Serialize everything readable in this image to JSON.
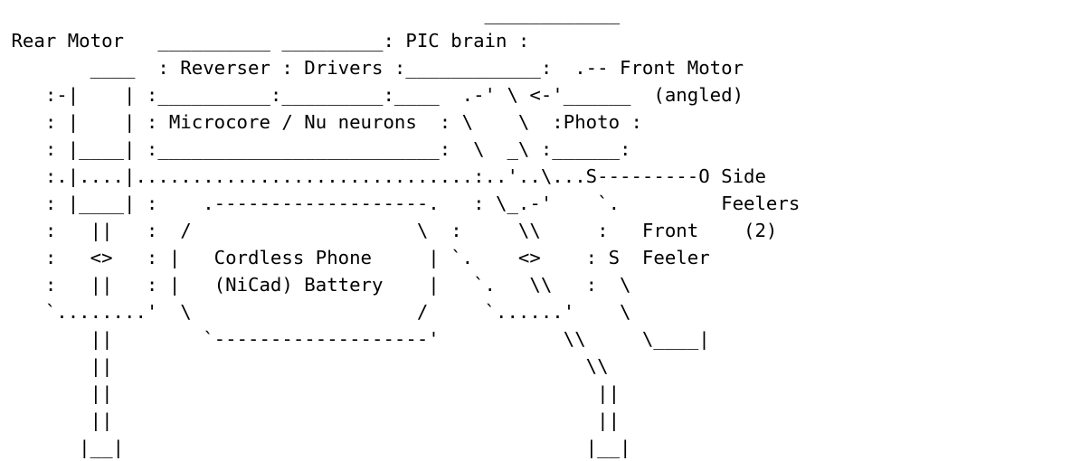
{
  "diagram": {
    "lines": [
      "                                           ____________",
      " Rear Motor   __________ _________: PIC brain :",
      "        ____  : Reverser : Drivers :____________:  .-- Front Motor",
      "    :-|    | :__________:_________:____  .-' \\ <-'______  (angled)",
      "    : |    | : Microcore / Nu neurons  : \\    \\  :Photo :",
      "    : |____| :_________________________:  \\  _\\ :______:",
      "    :.|....|..............................:..'..\\...S---------O Side",
      "    : |____| :    .-------------------.   : \\_.-'    `.         Feelers",
      "    :   ||   :  /                    \\  :     \\\\     :   Front    (2)",
      "    :   <>   : |   Cordless Phone     | `.    <>    : S  Feeler",
      "    :   ||   : |   (NiCad) Battery    |   `.   \\\\   :  \\",
      "    `........'  \\                    /     `......'    \\",
      "        ||        `-------------------'           \\\\     \\____|",
      "        ||                                          \\\\",
      "        ||                                           ||",
      "        ||                                           ||",
      "       |__|                                         |__|"
    ]
  }
}
